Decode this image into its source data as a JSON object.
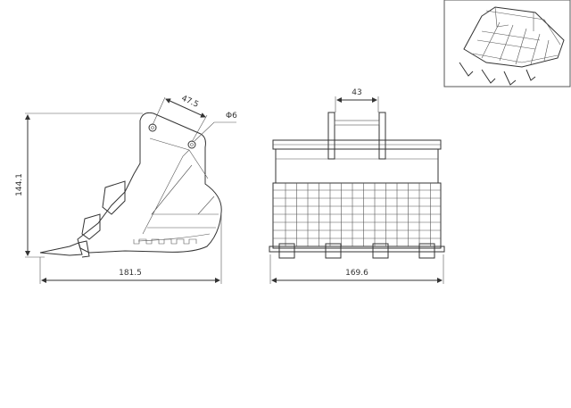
{
  "side_view": {
    "height_dim": "144.1",
    "width_dim": "181.5",
    "pin_spacing_dim": "47.5",
    "pin_diameter_dim": "Φ6"
  },
  "front_view": {
    "lug_spacing_dim": "43",
    "width_dim": "169.6"
  },
  "colors": {
    "line": "#333333",
    "background": "#ffffff"
  }
}
